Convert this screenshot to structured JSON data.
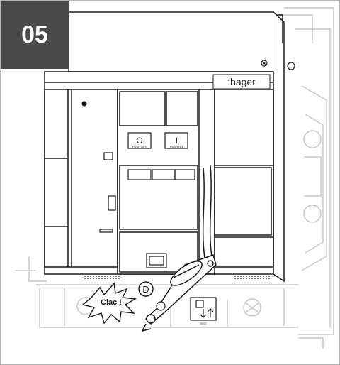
{
  "step": {
    "number": "05"
  },
  "brand": {
    "logo_text": ":hager"
  },
  "controls": {
    "off_button": {
      "symbol": "O",
      "caption": "PUSH OFF"
    },
    "on_button": {
      "symbol": "I",
      "caption": "PUSH ON"
    }
  },
  "callouts": {
    "sound_label": "Clac !",
    "position_marker": "D"
  },
  "indicator": {
    "caption": "TEST"
  },
  "colors": {
    "badge_bg": "#4a4a4a",
    "badge_text": "#ffffff",
    "line": "#1a1a1a",
    "ghost_line": "#c8c8c8"
  }
}
